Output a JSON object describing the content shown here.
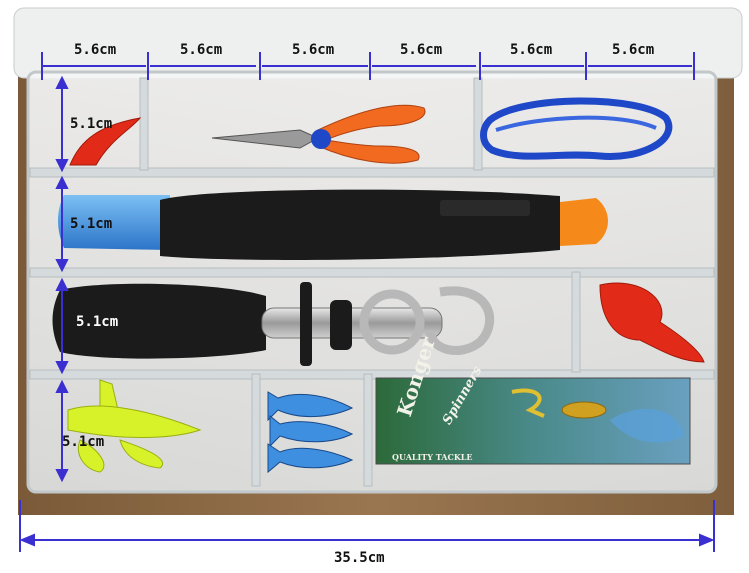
{
  "measurements": {
    "column_widths": [
      "5.6cm",
      "5.6cm",
      "5.6cm",
      "5.6cm",
      "5.6cm",
      "5.6cm"
    ],
    "row_heights": [
      "5.1cm",
      "5.1cm",
      "5.1cm",
      "5.1cm"
    ],
    "total_length": "35.5cm"
  },
  "package": {
    "brand": "Konger",
    "line": "Spinners",
    "tag": "QUALITY TACKLE"
  },
  "colors": {
    "dimension_line": "#3a2fd0",
    "case_wood": "#8a6a44",
    "pliers": "#f26a1f",
    "lanyard": "#1f48c8",
    "knife_blade": "#3f8fe0",
    "grip_handle": "#1b1b1b",
    "lure_red": "#e22a18",
    "lure_yellow": "#d8f22a",
    "fish_blue": "#3f8fe0"
  }
}
